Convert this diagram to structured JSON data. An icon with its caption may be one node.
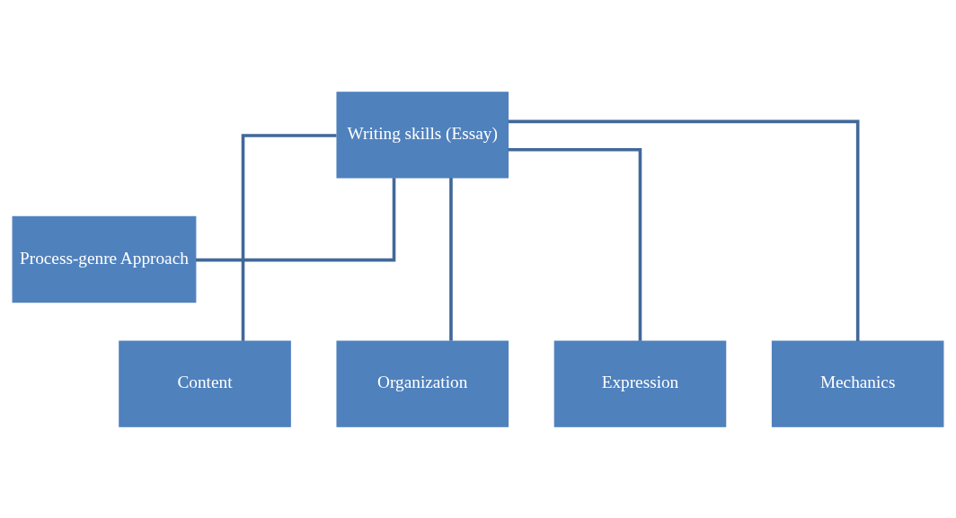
{
  "diagram": {
    "nodes": [
      {
        "text": [
          "Writing skills (Essay)"
        ]
      },
      {
        "text": [
          "Process-genre Approach"
        ]
      },
      {
        "text": [
          "Content"
        ]
      },
      {
        "text": [
          "Organization"
        ]
      },
      {
        "text": [
          "Expression"
        ]
      },
      {
        "text": [
          "Mechanics"
        ]
      }
    ],
    "edges": [
      {
        "from": 0,
        "to": 1,
        "arrow": "none"
      },
      {
        "from": 0,
        "to": 2,
        "arrow": "none"
      },
      {
        "from": 0,
        "to": 3,
        "arrow": "none"
      },
      {
        "from": 0,
        "to": 4,
        "arrow": "none"
      },
      {
        "from": 0,
        "to": 5,
        "arrow": "none"
      }
    ]
  }
}
